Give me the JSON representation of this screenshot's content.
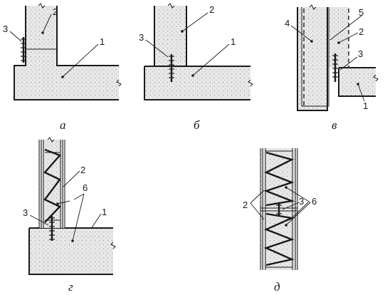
{
  "figure": {
    "captions": {
      "a": "а",
      "b": "б",
      "v": "в",
      "g": "г",
      "d": "д"
    },
    "labels": {
      "a": [
        "1",
        "2",
        "3"
      ],
      "b": [
        "1",
        "2",
        "3"
      ],
      "v": [
        "1",
        "2",
        "3",
        "4",
        "5"
      ],
      "g": [
        "1",
        "2",
        "3",
        "6"
      ],
      "d": [
        "2",
        "3",
        "6"
      ]
    }
  },
  "colors": {
    "concrete": "#e7e7e7",
    "ink": "#1a1a1a",
    "background": "#ffffff"
  }
}
